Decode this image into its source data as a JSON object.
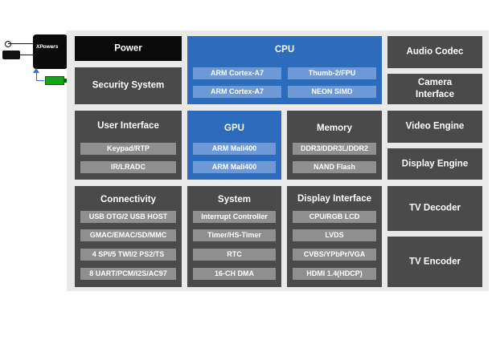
{
  "pmic": {
    "logo_text": "XPowers"
  },
  "power": {
    "label": "Power"
  },
  "security": {
    "label": "Security System"
  },
  "cpu": {
    "title": "CPU",
    "items": [
      "ARM Cortex-A7",
      "Thumb-2/FPU",
      "ARM Cortex-A7",
      "NEON SIMD"
    ]
  },
  "audio_codec": {
    "label": "Audio Codec"
  },
  "camera_interface": {
    "label": "Camera Interface"
  },
  "user_interface": {
    "title": "User Interface",
    "items": [
      "Keypad/RTP",
      "IR/LRADC"
    ]
  },
  "gpu": {
    "title": "GPU",
    "items": [
      "ARM Mali400",
      "ARM Mali400"
    ]
  },
  "memory": {
    "title": "Memory",
    "items": [
      "DDR3/DDR3L/DDR2",
      "NAND Flash"
    ]
  },
  "video_engine": {
    "label": "Video Engine"
  },
  "display_engine": {
    "label": "Display Engine"
  },
  "connectivity": {
    "title": "Connectivity",
    "items": [
      "USB OTG/2 USB HOST",
      "GMAC/EMAC/SD/MMC",
      "4 SPI/5 TWI/2 PS2/TS",
      "8 UART/PCM/I2S/AC97"
    ]
  },
  "system": {
    "title": "System",
    "items": [
      "Interrupt Controller",
      "Timer/HS-Timer",
      "RTC",
      "16-CH DMA"
    ]
  },
  "display_interface": {
    "title": "Display Interface",
    "items": [
      "CPU/RGB LCD",
      "LVDS",
      "CVBS/YPbPr/VGA",
      "HDMI 1.4(HDCP)"
    ]
  },
  "tv_decoder": {
    "label": "TV Decoder"
  },
  "tv_encoder": {
    "label": "TV Encoder"
  },
  "colors": {
    "gray_block": "#4a4a4a",
    "blue_block": "#2d6bbd",
    "gray_sub": "#8f8f8f",
    "blue_sub": "#6d9ad6",
    "power_block": "#0b0b0b",
    "battery": "#19a319"
  }
}
